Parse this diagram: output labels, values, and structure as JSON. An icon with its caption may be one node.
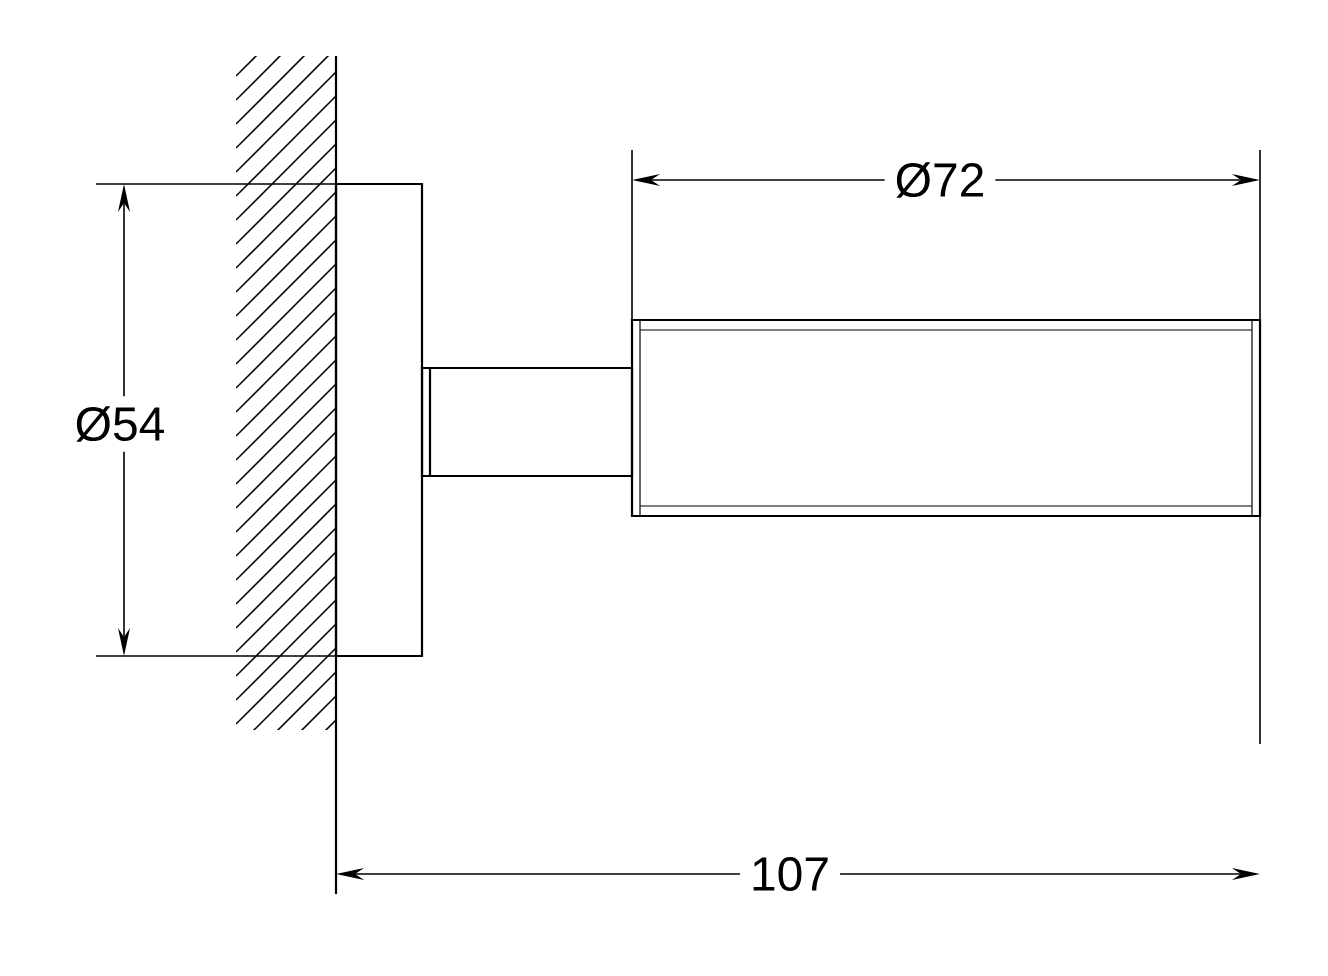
{
  "diagram": {
    "labels": [
      "Ø72",
      "Ø54",
      "107"
    ]
  }
}
